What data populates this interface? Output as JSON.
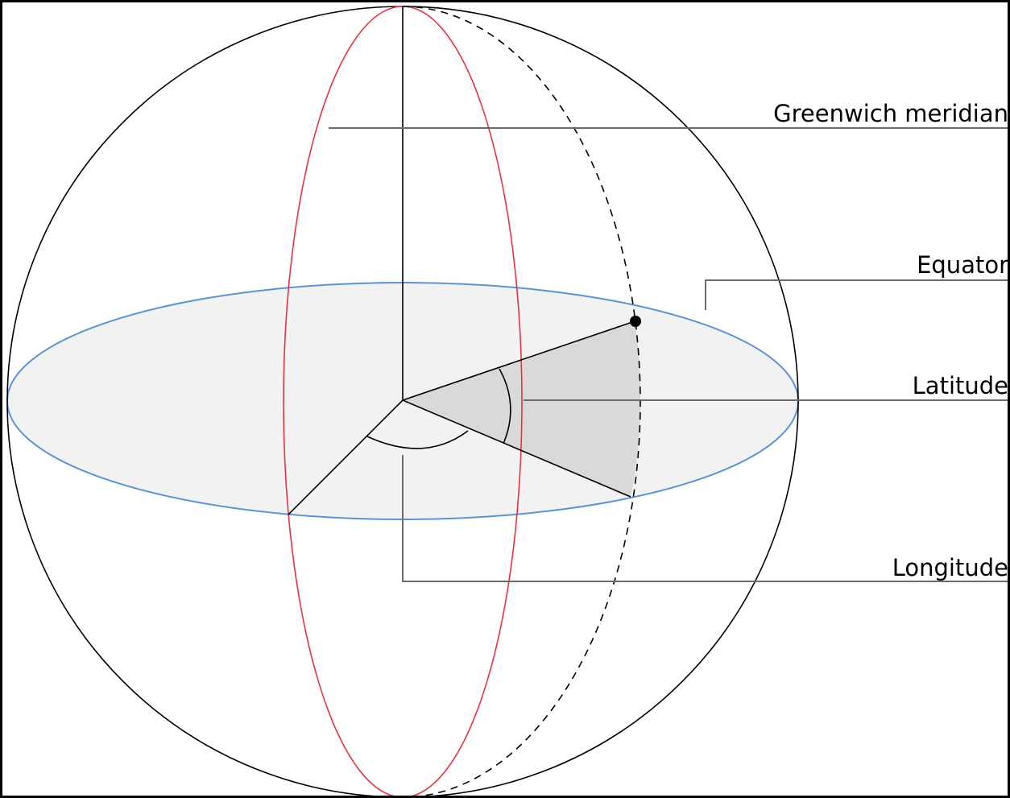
{
  "labels": {
    "greenwich_meridian": "Greenwich meridian",
    "equator": "Equator",
    "latitude": "Latitude",
    "longitude": "Longitude"
  },
  "colors": {
    "sphere_outline": "#000000",
    "greenwich_meridian": "#e8333f",
    "equator": "#5b93d9",
    "equator_plane_fill": "#f2f2f2",
    "angle_sector_fill": "#d9d9d9",
    "leader_line": "#6b6b6b",
    "point": "#000000"
  },
  "icons": {
    "point": "filled-circle"
  }
}
